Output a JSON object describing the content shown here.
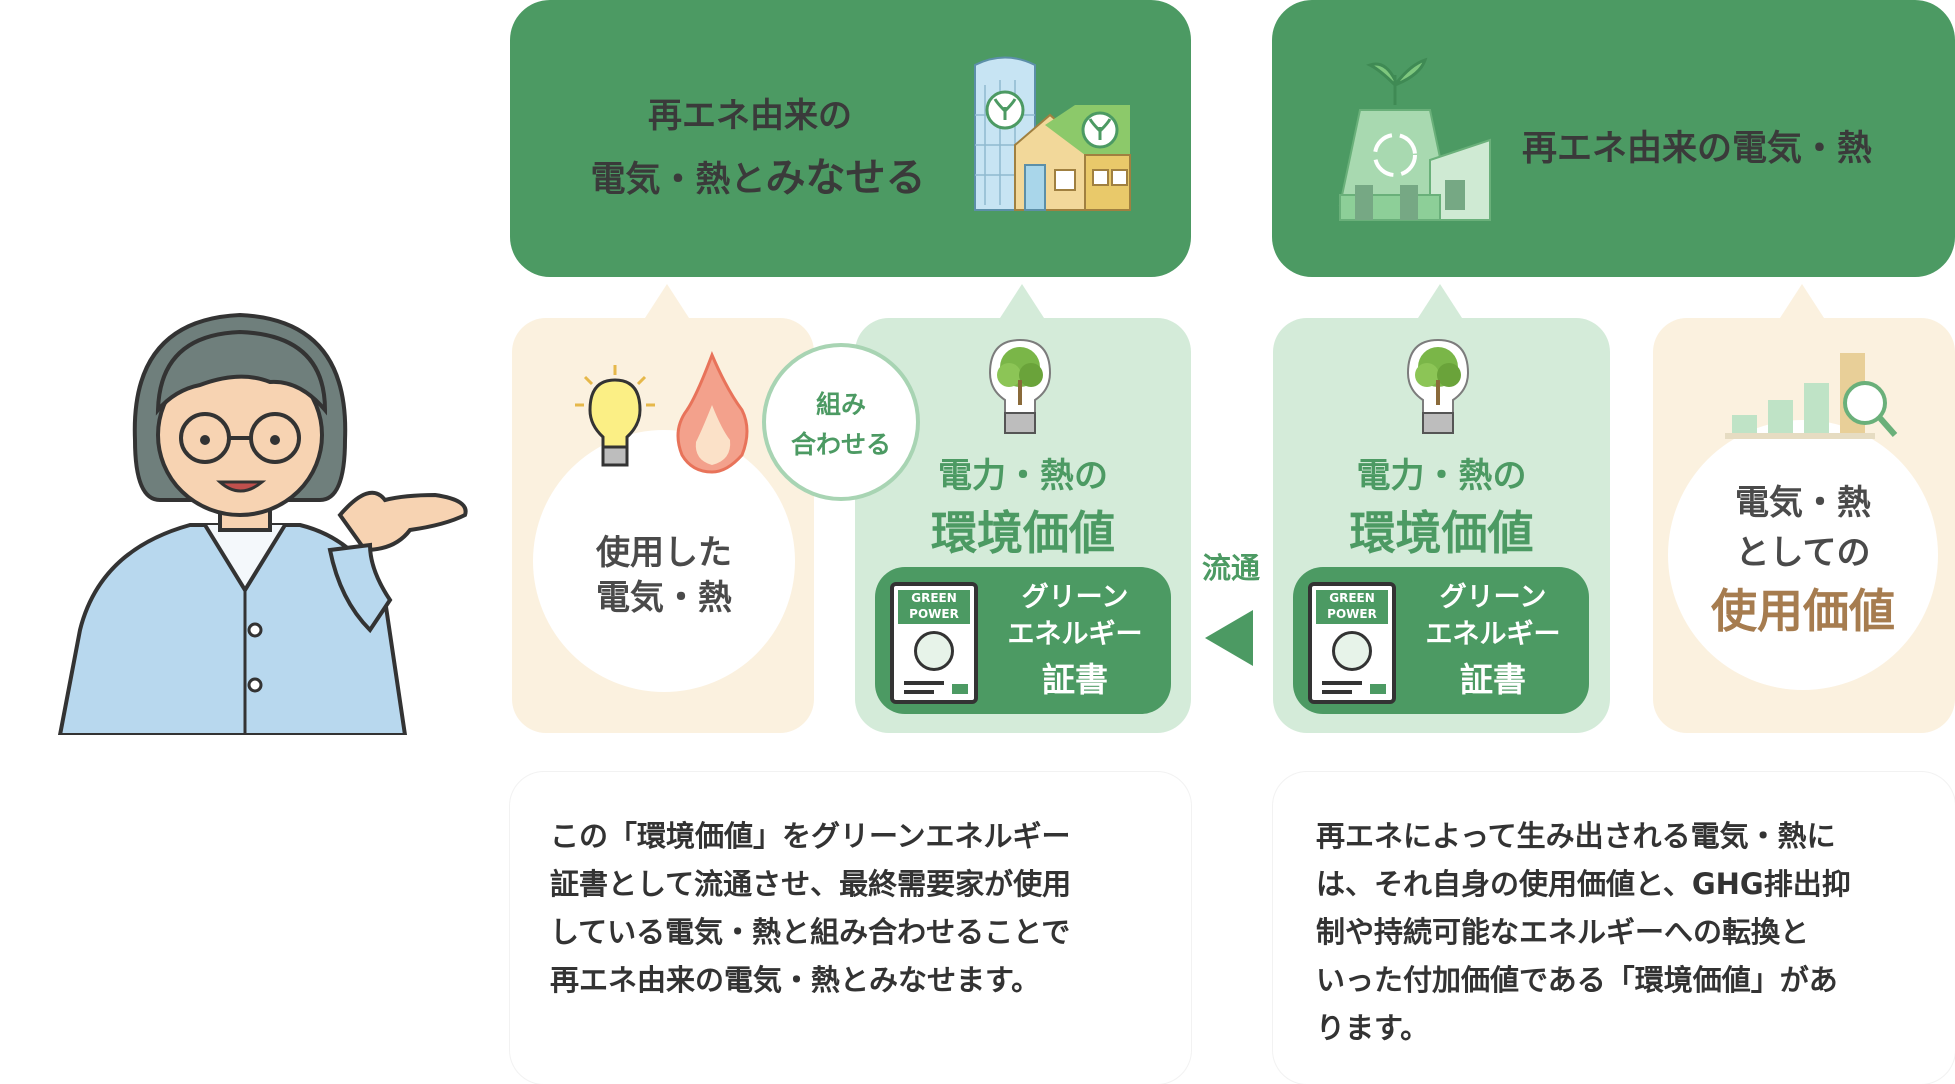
{
  "banner_left": {
    "line1": "再エネ由来の",
    "line2_pre": "電気・熱と",
    "line2_em": "みなせる"
  },
  "banner_right": {
    "text": "再エネ由来の電気・熱"
  },
  "used_card": {
    "line1": "使用した",
    "line2": "電気・熱"
  },
  "combine_bubble": {
    "line1": "組み",
    "line2": "合わせる"
  },
  "env_value_left": {
    "line1": "電力・熱の",
    "line2": "環境価値",
    "cert_line1": "グリーン",
    "cert_line2": "エネルギー",
    "cert_line3": "証書",
    "cert_badge1": "GREEN",
    "cert_badge2": "POWER"
  },
  "flow_label": "流通",
  "env_value_right": {
    "line1": "電力・熱の",
    "line2": "環境価値",
    "cert_line1": "グリーン",
    "cert_line2": "エネルギー",
    "cert_line3": "証書",
    "cert_badge1": "GREEN",
    "cert_badge2": "POWER"
  },
  "use_value_card": {
    "line1": "電気・熱",
    "line2": "としての",
    "line3": "使用価値"
  },
  "desc_left": [
    "この「環境価値」をグリーンエネルギー",
    "証書として流通させ、最終需要家が使用",
    "している電気・熱と組み合わせることで",
    "再エネ由来の電気・熱とみなせます。"
  ],
  "desc_right": [
    "再エネによって生み出される電気・熱に",
    "は、それ自身の使用価値と、GHG排出抑",
    "制や持続可能なエネルギーへの転換と",
    "いった付加価値である「環境価値」があ",
    "ります。"
  ],
  "colors": {
    "green": "#4c9a63",
    "mint": "#d4ebd9",
    "cream": "#fbf1df",
    "brown": "#a67c4f"
  }
}
